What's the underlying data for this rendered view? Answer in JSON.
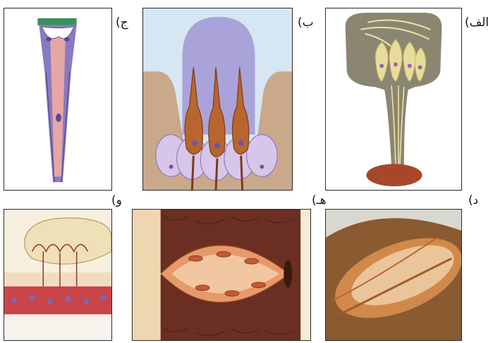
{
  "panels": [
    {
      "id": "alef",
      "label": "الف)"
    },
    {
      "id": "be",
      "label": "ب)"
    },
    {
      "id": "jim",
      "label": "ج)"
    },
    {
      "id": "dal",
      "label": "د)"
    },
    {
      "id": "he",
      "label": "هـ)"
    },
    {
      "id": "vav",
      "label": "و)"
    }
  ],
  "colors": {
    "olive": "#8a8672",
    "cream": "#e9dc9a",
    "sky": "#d6e6f2",
    "lilac": "#b6a9d8",
    "tan": "#c9a98a",
    "rust": "#b85f2a",
    "violet": "#7d6ab0",
    "pink": "#e7a6a6",
    "teal": "#3a8f5f",
    "brown": "#a6472b"
  }
}
